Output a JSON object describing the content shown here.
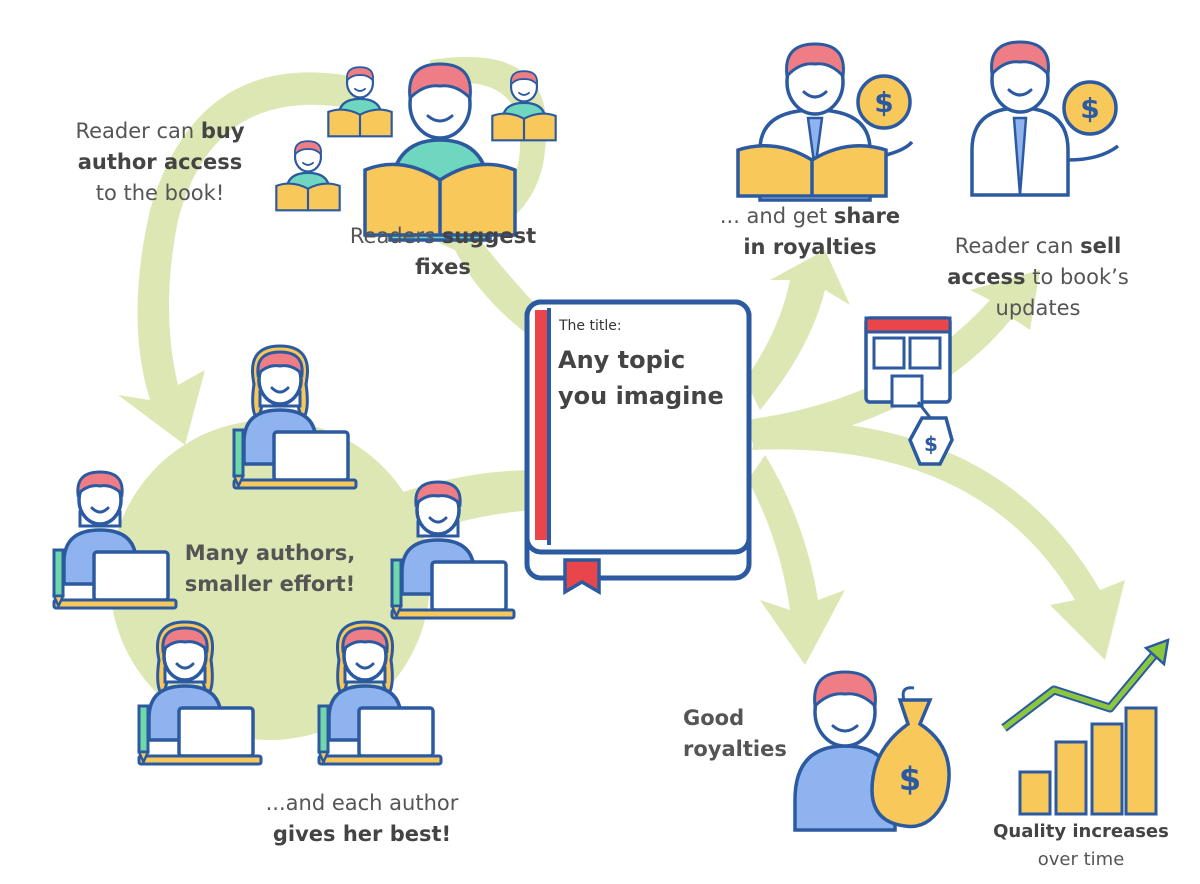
{
  "book": {
    "title_label": "The title:",
    "title_line1": "Any topic",
    "title_line2": "you imagine"
  },
  "labels": {
    "buy_access": {
      "l1_a": "Reader can ",
      "l1_b": "buy",
      "l2": "author access",
      "l3": "to the book!"
    },
    "suggest": {
      "l1_a": "Readers ",
      "l1_b": "suggest",
      "l2": "fixes"
    },
    "share": {
      "l1_a": "... and get ",
      "l1_b": "share",
      "l2": "in royalties"
    },
    "sell": {
      "l1_a": "Reader can ",
      "l1_b": "sell",
      "l2_a": "access",
      "l2_b": " to book’s",
      "l3": "updates"
    },
    "authors": {
      "l1": "Many authors,",
      "l2": "smaller effort!"
    },
    "each": {
      "l1": "...and each author",
      "l2": "gives her best!"
    },
    "royalties": {
      "l1": "Good",
      "l2": "royalties"
    },
    "quality": {
      "l1": "Quality increases",
      "l2": "over time"
    }
  },
  "icons": {
    "dollar_symbol": "$"
  },
  "colors": {
    "arrow": "#dde7b4",
    "outline": "#2b5aa0",
    "hair": "#ef7d86",
    "skin": "#ffffff",
    "book_yellow": "#f9c85b",
    "shirt_teal": "#6fd7c0",
    "shirt_blue": "#8fb3ee",
    "shirt_coral": "#f5897a",
    "hair_yellow": "#f9c85b",
    "red": "#e8464a",
    "chart_green": "#8cc63f"
  }
}
